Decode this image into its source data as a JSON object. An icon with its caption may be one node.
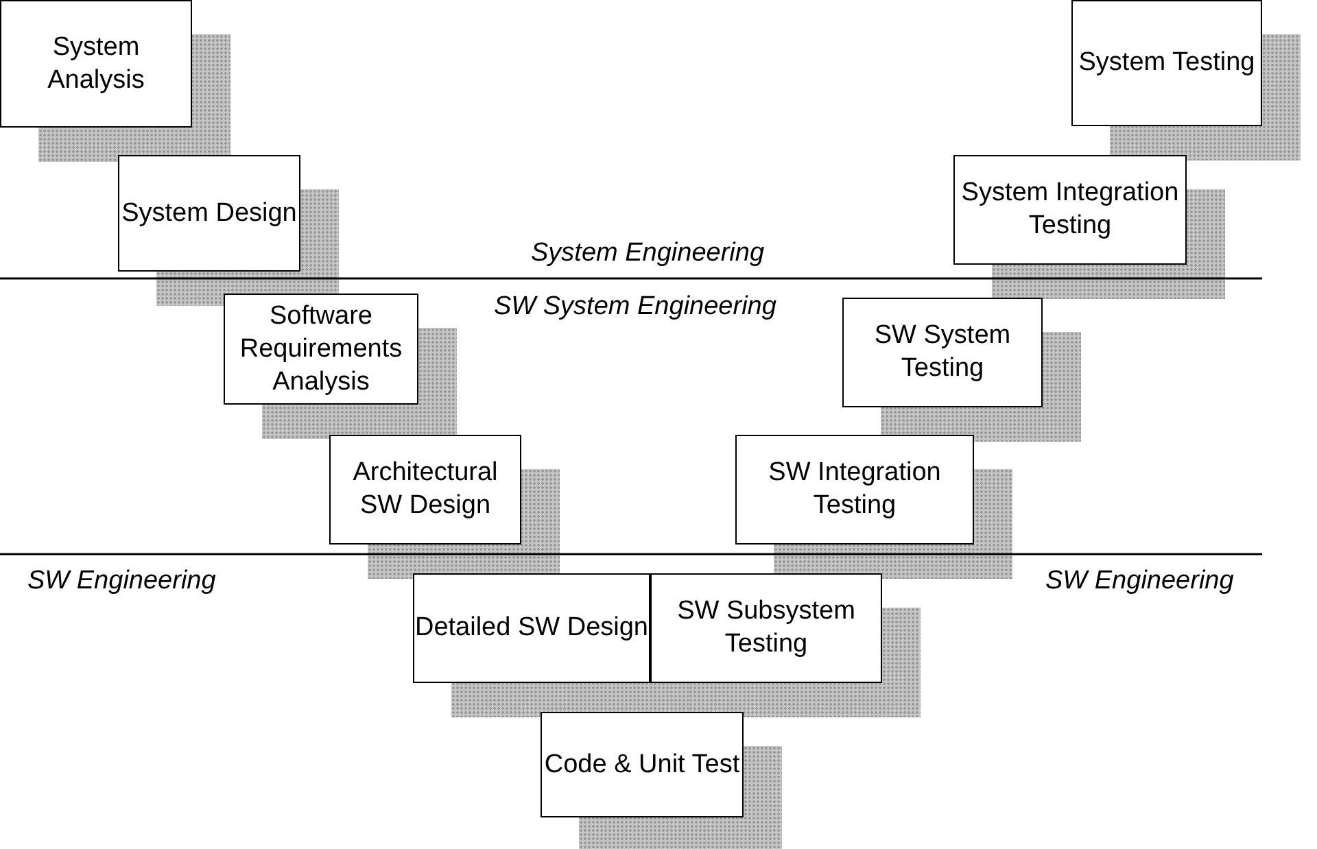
{
  "diagram": {
    "nodes": [
      {
        "text": [
          "System Analysis"
        ]
      },
      {
        "text": [
          "System Design"
        ]
      },
      {
        "text": [
          "System Testing"
        ]
      },
      {
        "text": [
          "System Integration Testing"
        ]
      },
      {
        "text": [
          "Software Requirements Analysis"
        ]
      },
      {
        "text": [
          "SW System Testing"
        ]
      },
      {
        "text": [
          "Architectural SW Design"
        ]
      },
      {
        "text": [
          "SW Integration Testing"
        ]
      },
      {
        "text": [
          "Detailed SW Design"
        ]
      },
      {
        "text": [
          "SW Subsystem Testing"
        ]
      },
      {
        "text": [
          "Code & Unit Test"
        ]
      }
    ],
    "labels": [
      "System Engineering",
      "SW System Engineering",
      "SW Engineering",
      "SW Engineering"
    ]
  }
}
